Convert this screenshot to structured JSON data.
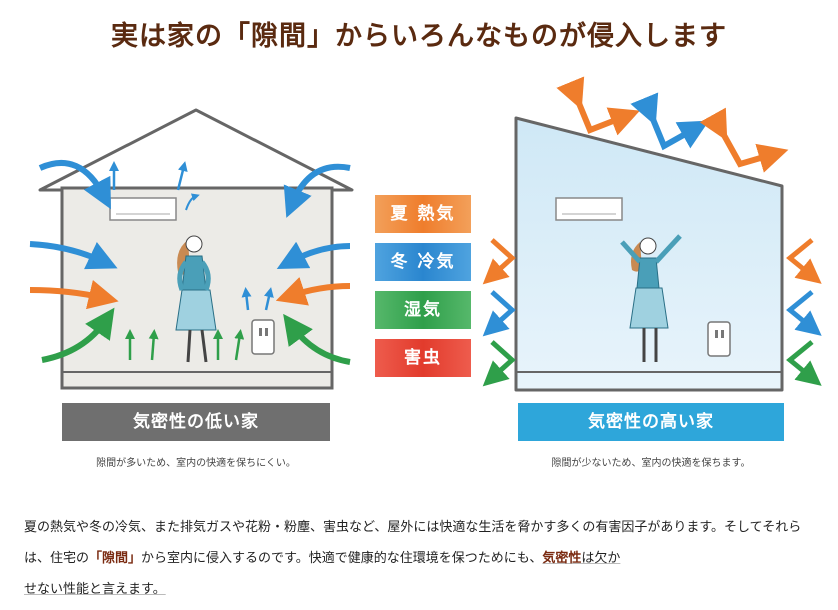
{
  "title": "実は家の「隙間」からいろんなものが侵入します",
  "categories": [
    {
      "label": "夏 熱気",
      "color": "#ef7d2c"
    },
    {
      "label": "冬 冷気",
      "color": "#2a86cf"
    },
    {
      "label": "湿気",
      "color": "#2f9f4a"
    },
    {
      "label": "害虫",
      "color": "#e23b2c"
    }
  ],
  "low_house": {
    "label": "気密性の低い家",
    "note": "隙間が多いため、室内の快適を保ちにくい。"
  },
  "high_house": {
    "label": "気密性の高い家",
    "note": "隙間が少ないため、室内の快適を保ちます。"
  },
  "paragraph": {
    "part1": "夏の熱気や冬の冷気、また排気ガスや花粉・粉塵、害虫など、屋外には快適な生活を脅かす多くの有害因子がありま",
    "part2": "す。そしてそれらは、住宅の",
    "highlight1": "「隙間」",
    "part3": "から室内に侵入するのです。快適で健康的な住環境を保つためにも、",
    "highlight2": "気密性",
    "part4": "は欠か",
    "part5": "せない性能と言えます。"
  }
}
